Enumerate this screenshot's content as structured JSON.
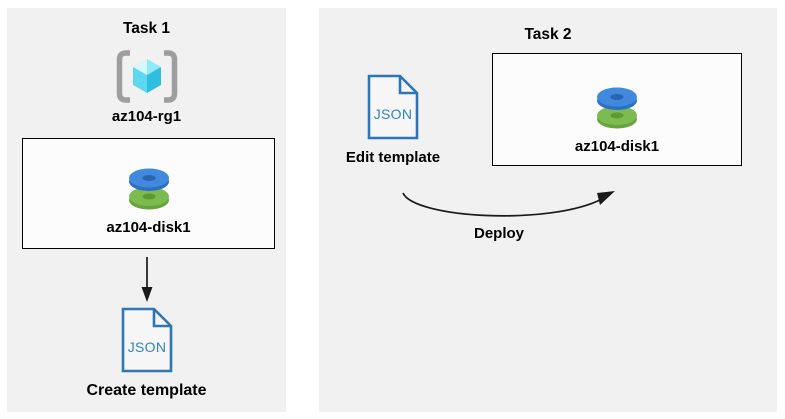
{
  "diagram": {
    "task1": {
      "title": "Task 1",
      "resource_group": {
        "label": "az104-rg1",
        "icon": "resource-group-icon"
      },
      "disk_box": {
        "label": "az104-disk1",
        "icon": "managed-disk-icon"
      },
      "json_file": {
        "label": "JSON",
        "icon": "json-file-icon"
      },
      "caption": "Create template"
    },
    "task2": {
      "title": "Task 2",
      "json_file": {
        "label": "JSON",
        "icon": "json-file-icon"
      },
      "edit_caption": "Edit template",
      "disk_box": {
        "label": "az104-disk1",
        "icon": "managed-disk-icon"
      },
      "deploy_caption": "Deploy"
    }
  },
  "colors": {
    "panel_background": "#f1f1f1",
    "box_background": "#fcfcfc",
    "box_border": "#000000",
    "json_outline_blue": "#2e75b6",
    "json_text_blue": "#2e86c8",
    "disk_blue_top": "#4089dc",
    "disk_blue_rim": "#2d6fc4",
    "disk_blue_hole": "#2b65b2",
    "disk_green_top": "#7cbb4f",
    "disk_green_rim": "#68a43c",
    "disk_green_hole": "#5e9a33",
    "bracket_gray": "#9e9e9e",
    "cube_cyan_light": "#d7f7fd",
    "cube_cyan_mid": "#5ed8f0",
    "cube_cyan_dark": "#2ebfe0",
    "arrow_black": "#1a1a1a"
  }
}
